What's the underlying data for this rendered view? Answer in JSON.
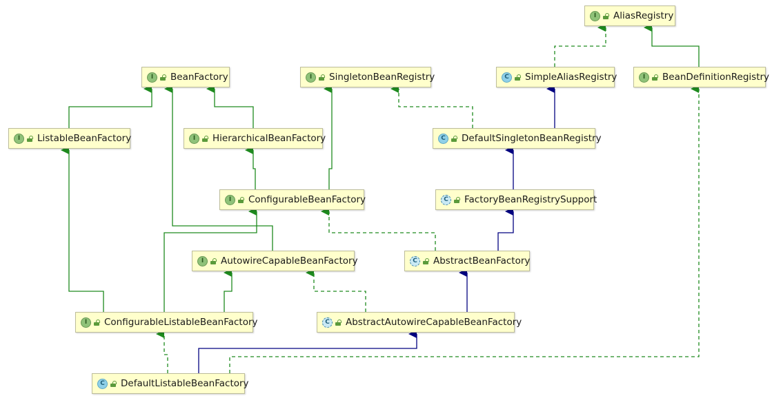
{
  "diagram": {
    "nodes": [
      {
        "id": "alias_registry",
        "label": "AliasRegistry",
        "kind": "interface",
        "badge": "I"
      },
      {
        "id": "bean_factory",
        "label": "BeanFactory",
        "kind": "interface",
        "badge": "I"
      },
      {
        "id": "singleton_bean_registry",
        "label": "SingletonBeanRegistry",
        "kind": "interface",
        "badge": "I"
      },
      {
        "id": "simple_alias_registry",
        "label": "SimpleAliasRegistry",
        "kind": "class",
        "badge": "C"
      },
      {
        "id": "bean_definition_registry",
        "label": "BeanDefinitionRegistry",
        "kind": "interface",
        "badge": "I"
      },
      {
        "id": "listable_bean_factory",
        "label": "ListableBeanFactory",
        "kind": "interface",
        "badge": "I"
      },
      {
        "id": "hierarchical_bean_factory",
        "label": "HierarchicalBeanFactory",
        "kind": "interface",
        "badge": "I"
      },
      {
        "id": "default_singleton_bean_registry",
        "label": "DefaultSingletonBeanRegistry",
        "kind": "class",
        "badge": "C"
      },
      {
        "id": "configurable_bean_factory",
        "label": "ConfigurableBeanFactory",
        "kind": "interface",
        "badge": "I"
      },
      {
        "id": "factory_bean_registry_support",
        "label": "FactoryBeanRegistrySupport",
        "kind": "abstract",
        "badge": "C"
      },
      {
        "id": "autowire_capable_bean_factory",
        "label": "AutowireCapableBeanFactory",
        "kind": "interface",
        "badge": "I"
      },
      {
        "id": "abstract_bean_factory",
        "label": "AbstractBeanFactory",
        "kind": "abstract",
        "badge": "C"
      },
      {
        "id": "configurable_listable_bean_factory",
        "label": "ConfigurableListableBeanFactory",
        "kind": "interface",
        "badge": "I"
      },
      {
        "id": "abstract_autowire_capable_bean_factory",
        "label": "AbstractAutowireCapableBeanFactory",
        "kind": "abstract",
        "badge": "C"
      },
      {
        "id": "default_listable_bean_factory",
        "label": "DefaultListableBeanFactory",
        "kind": "class",
        "badge": "C"
      }
    ],
    "edges": [
      {
        "from": "simple_alias_registry",
        "to": "alias_registry",
        "relation": "implements"
      },
      {
        "from": "bean_definition_registry",
        "to": "alias_registry",
        "relation": "extends-interface"
      },
      {
        "from": "listable_bean_factory",
        "to": "bean_factory",
        "relation": "extends-interface"
      },
      {
        "from": "hierarchical_bean_factory",
        "to": "bean_factory",
        "relation": "extends-interface"
      },
      {
        "from": "autowire_capable_bean_factory",
        "to": "bean_factory",
        "relation": "extends-interface"
      },
      {
        "from": "default_singleton_bean_registry",
        "to": "simple_alias_registry",
        "relation": "extends-class"
      },
      {
        "from": "default_singleton_bean_registry",
        "to": "singleton_bean_registry",
        "relation": "implements"
      },
      {
        "from": "configurable_bean_factory",
        "to": "hierarchical_bean_factory",
        "relation": "extends-interface"
      },
      {
        "from": "configurable_bean_factory",
        "to": "singleton_bean_registry",
        "relation": "extends-interface"
      },
      {
        "from": "factory_bean_registry_support",
        "to": "default_singleton_bean_registry",
        "relation": "extends-class"
      },
      {
        "from": "abstract_bean_factory",
        "to": "factory_bean_registry_support",
        "relation": "extends-class"
      },
      {
        "from": "abstract_bean_factory",
        "to": "configurable_bean_factory",
        "relation": "implements"
      },
      {
        "from": "configurable_listable_bean_factory",
        "to": "listable_bean_factory",
        "relation": "extends-interface"
      },
      {
        "from": "configurable_listable_bean_factory",
        "to": "autowire_capable_bean_factory",
        "relation": "extends-interface"
      },
      {
        "from": "configurable_listable_bean_factory",
        "to": "configurable_bean_factory",
        "relation": "extends-interface"
      },
      {
        "from": "abstract_autowire_capable_bean_factory",
        "to": "abstract_bean_factory",
        "relation": "extends-class"
      },
      {
        "from": "abstract_autowire_capable_bean_factory",
        "to": "autowire_capable_bean_factory",
        "relation": "implements"
      },
      {
        "from": "default_listable_bean_factory",
        "to": "configurable_listable_bean_factory",
        "relation": "implements"
      },
      {
        "from": "default_listable_bean_factory",
        "to": "abstract_autowire_capable_bean_factory",
        "relation": "extends-class"
      },
      {
        "from": "default_listable_bean_factory",
        "to": "bean_definition_registry",
        "relation": "implements"
      }
    ]
  },
  "colors": {
    "interface_edge": "#1e8a1e",
    "class_edge": "#000080",
    "node_fill": "#ffffcc"
  }
}
